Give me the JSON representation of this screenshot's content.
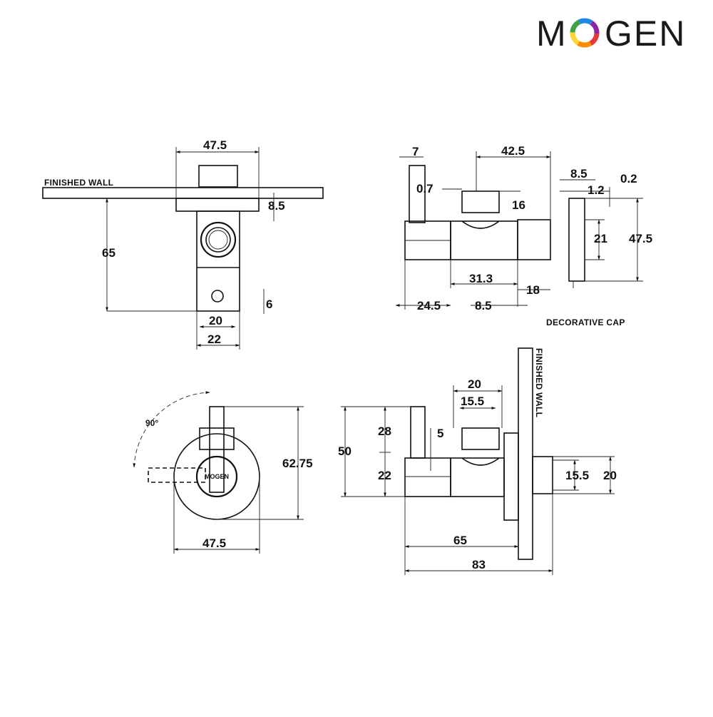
{
  "brand": {
    "logo_text": "MOGEN",
    "logo_colors": [
      "#e53935",
      "#fb8c00",
      "#fdd835",
      "#43a047",
      "#1e88e5",
      "#8e24aa"
    ]
  },
  "labels": {
    "finished_wall_top": "FINISHED WALL",
    "finished_wall_side": "FINISHED WALL",
    "decorative_cap": "DECORATIVE CAP",
    "angle": "90°",
    "body_logo": "MOGEN"
  },
  "views": {
    "top_left": {
      "width_top": "47.5",
      "plate": "8.5",
      "height": "65",
      "hole": "6",
      "inner": "20",
      "outer": "22"
    },
    "top_right": {
      "handle": "7",
      "length_top": "42.5",
      "gap": "0.7",
      "thread": "16",
      "mid": "31.3",
      "outlet": "18",
      "base": "24.5",
      "step": "8.5"
    },
    "cap": {
      "depth": "8.5",
      "lip": "1.2",
      "edge": "0.2",
      "inner": "21",
      "outer": "47.5"
    },
    "bottom_left": {
      "height": "62.75",
      "width": "47.5"
    },
    "bottom_right": {
      "nut_outer": "20",
      "nut_inner": "15.5",
      "upper": "28",
      "offset": "5",
      "total": "50",
      "lower": "22",
      "pipe_inner": "15.5",
      "pipe_outer": "20",
      "to_wall": "65",
      "overall": "83"
    }
  }
}
